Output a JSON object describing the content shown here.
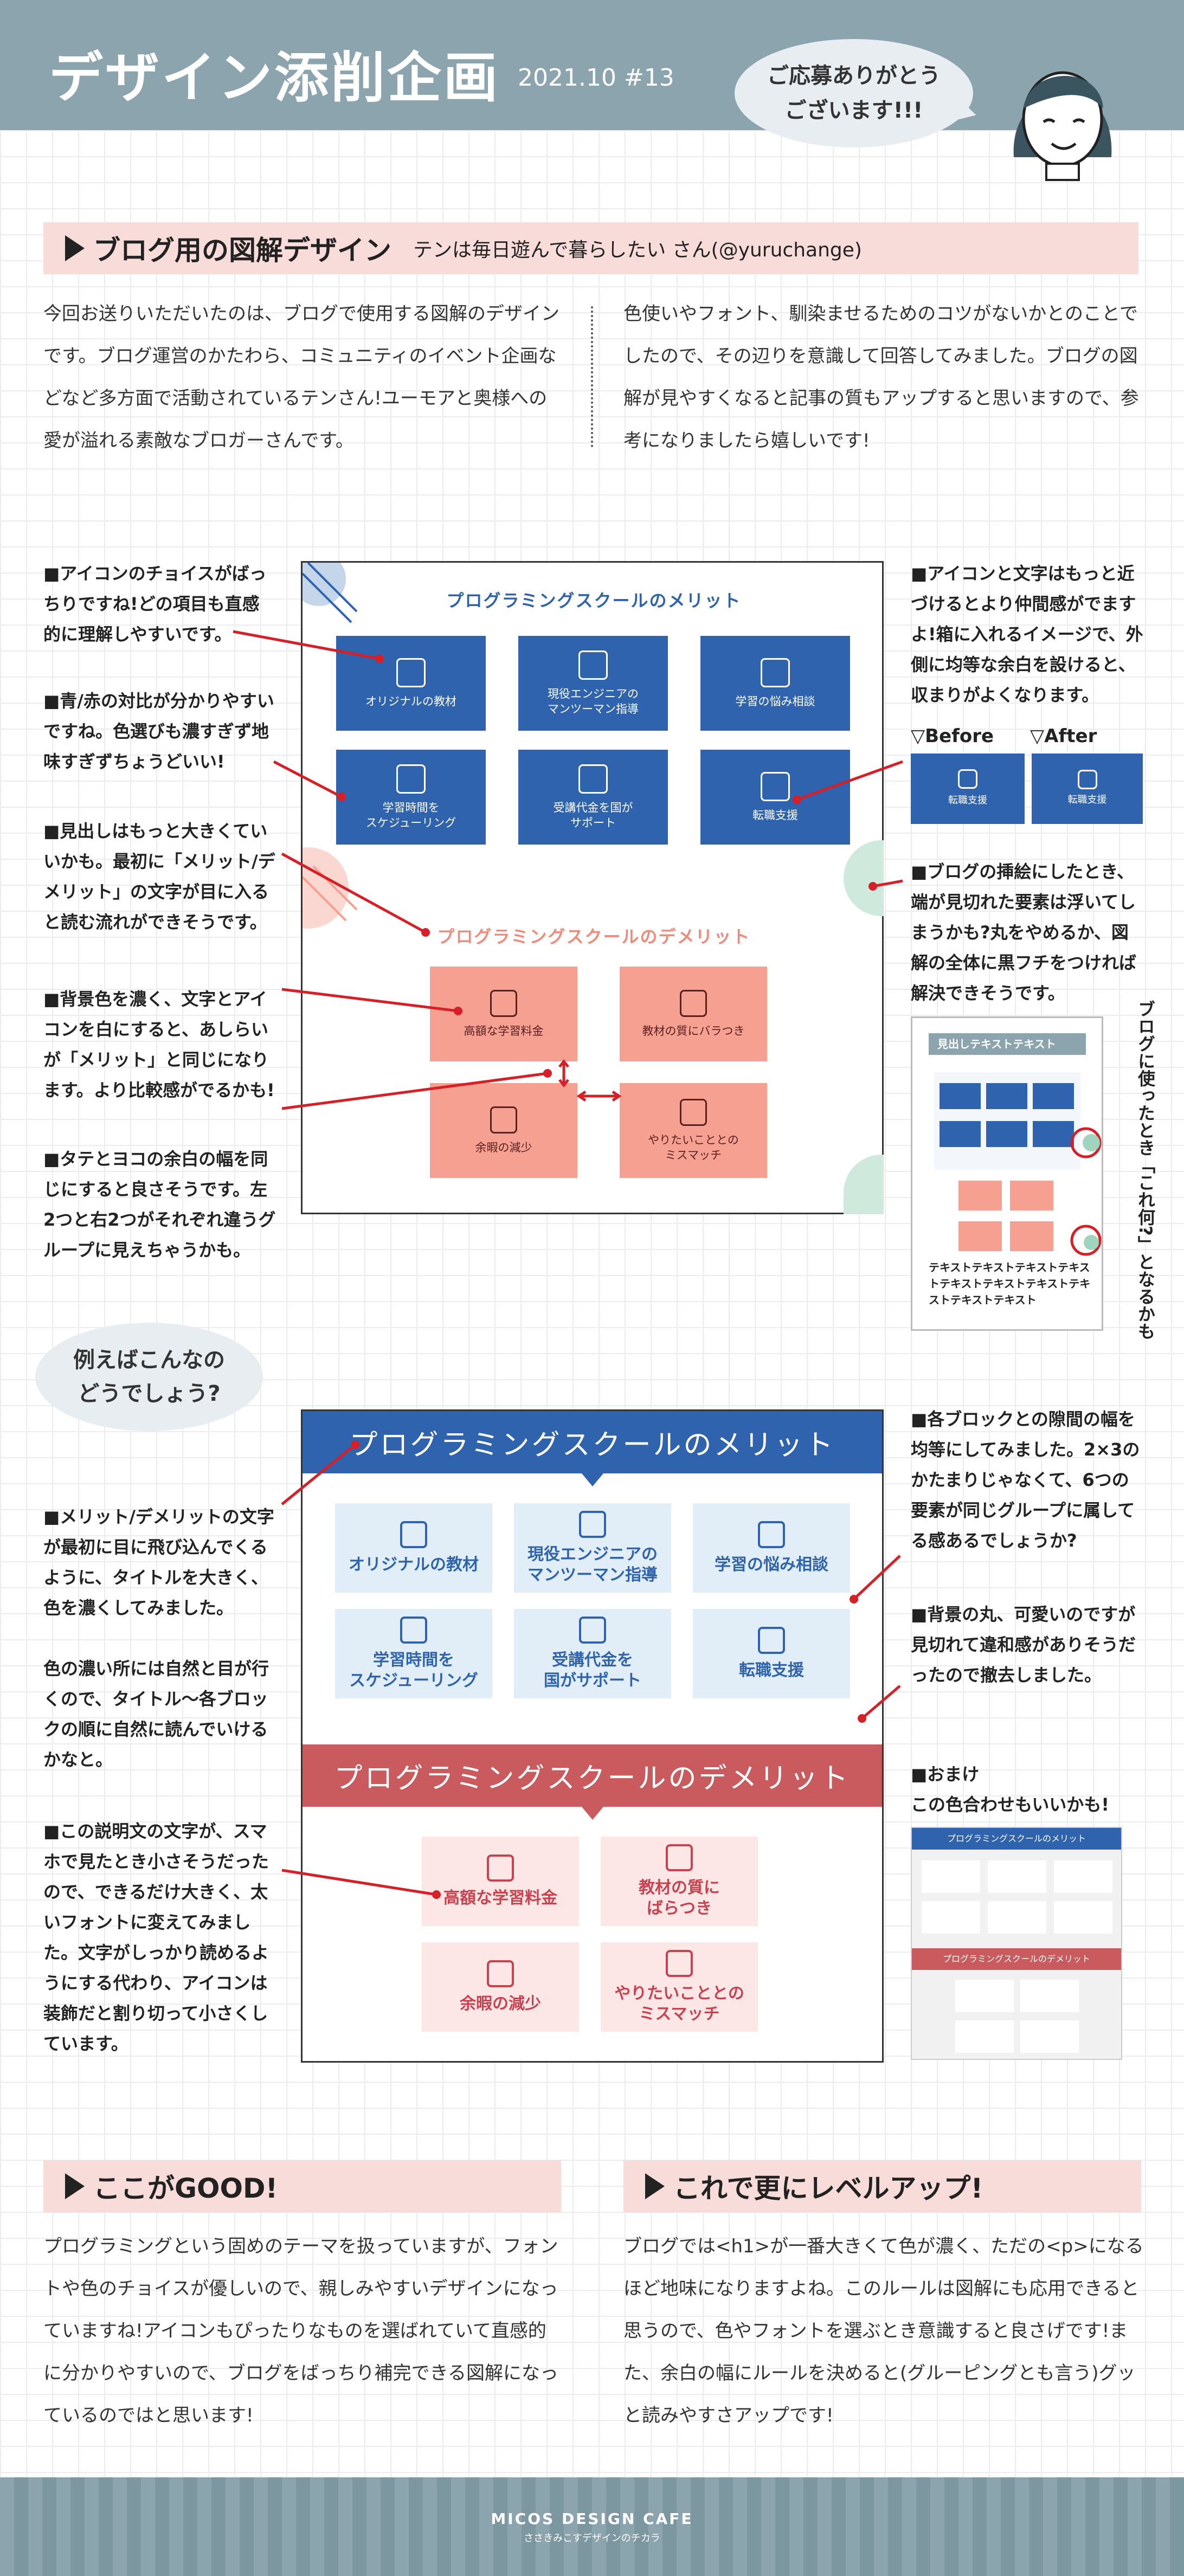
{
  "header": {
    "title": "デザイン添削企画",
    "date": "2021.10 #13",
    "bubble": "ご応募ありがとう\nございます!!!"
  },
  "intro": {
    "section_title": "ブログ用の図解デザイン",
    "section_sub": "テンは毎日遊んで暮らしたい さん(@yuruchange)",
    "left": "今回お送りいただいたのは、ブログで使用する図解のデザインです。ブログ運営のかたわら、コミュニティのイベント企画などなど多方面で活動されているテンさん!ユーモアと奥様への愛が溢れる素敵なブロガーさんです。",
    "right": "色使いやフォント、馴染ませるためのコツがないかとのことでしたので、その辺りを意識して回答してみました。ブログの図解が見やすくなると記事の質もアップすると思いますので、参考になりましたら嬉しいです!"
  },
  "review": {
    "notes_left": [
      "■アイコンのチョイスがばっちりですね!どの項目も直感的に理解しやすいです。",
      "■青/赤の対比が分かりやすいですね。色選びも濃すぎず地味すぎずちょうどいい!",
      "■見出しはもっと大きくていいかも。最初に「メリット/デメリット」の文字が目に入ると読む流れができそうです。",
      "■背景色を濃く、文字とアイコンを白にすると、あしらいが「メリット」と同じになります。より比較感がでるかも!",
      "■タテとヨコの余白の幅を同じにすると良さそうです。左2つと右2つがそれぞれ違うグループに見えちゃうかも。"
    ],
    "notes_right": [
      "■アイコンと文字はもっと近づけるとより仲間感がでますよ!箱に入れるイメージで、外側に均等な余白を設けると、収まりがよくなります。",
      "■ブログの挿絵にしたとき、端が見切れた要素は浮いてしまうかも?丸をやめるか、図解の全体に黒フチをつければ解決できそうです。"
    ],
    "before_label": "▽Before",
    "after_label": "▽After",
    "before_after_box": "転職支援",
    "side_vertical": "ブログに使ったとき「これ何?」となるかも",
    "mini_header": "見出しテキストテキスト",
    "mini_caption": "テキストテキストテキストテキストテキストテキストテキストテキストテキストテキスト"
  },
  "original": {
    "merit_title": "プログラミングスクールのメリット",
    "demerit_title": "プログラミングスクールのデメリット",
    "merits": [
      "オリジナルの教材",
      "現役エンジニアの\nマンツーマン指導",
      "学習の悩み相談",
      "学習時間を\nスケジューリング",
      "受講代金を国が\nサポート",
      "転職支援"
    ],
    "demerits": [
      "高額な学習料金",
      "教材の質にバラつき",
      "余暇の減少",
      "やりたいこととの\nミスマッチ"
    ]
  },
  "suggestion": {
    "bubble": "例えばこんなの\nどうでしょう?",
    "merit_title": "プログラミングスクールのメリット",
    "demerit_title": "プログラミングスクールのデメリット",
    "merits": [
      "オリジナルの教材",
      "現役エンジニアの\nマンツーマン指導",
      "学習の悩み相談",
      "学習時間を\nスケジューリング",
      "受講代金を\n国がサポート",
      "転職支援"
    ],
    "demerits": [
      "高額な学習料金",
      "教材の質に\nばらつき",
      "余暇の減少",
      "やりたいこととの\nミスマッチ"
    ],
    "notes_left": [
      "■メリット/デメリットの文字が最初に目に飛び込んでくるように、タイトルを大きく、色を濃くしてみました。",
      "色の濃い所には自然と目が行くので、タイトル〜各ブロックの順に自然に読んでいけるかなと。",
      "■この説明文の文字が、スマホで見たとき小さそうだったので、できるだけ大きく、太いフォントに変えてみました。文字がしっかり読めるようにする代わり、アイコンは装飾だと割り切って小さくしています。"
    ],
    "notes_right": [
      "■各ブロックとの隙間の幅を均等にしてみました。2×3のかたまりじゃなくて、6つの要素が同じグループに属してる感あるでしょうか?",
      "■背景の丸、可愛いのですが見切れて違和感がありそうだったので撤去しました。",
      "■おまけ\nこの色合わせもいいかも!"
    ],
    "bonus_merit": "プログラミングスクールのメリット",
    "bonus_demerit": "プログラミングスクールのデメリット"
  },
  "summary": {
    "good_title": "ここがGOOD!",
    "good_text": "プログラミングという固めのテーマを扱っていますが、フォントや色のチョイスが優しいので、親しみやすいデザインになっていますね!アイコンもぴったりなものを選ばれていて直感的に分かりやすいので、ブログをばっちり補完できる図解になっているのではと思います!",
    "level_title": "これで更にレベルアップ!",
    "level_text": "ブログでは<h1>が一番大きくて色が濃く、ただの<p>になるほど地味になりますよね。このルールは図解にも応用できると思うので、色やフォントを選ぶとき意識すると良さげです!また、余白の幅にルールを決めると(グルーピングとも言う)グッと読みやすさアップです!"
  },
  "footer": {
    "brand": "MICOS DESIGN CAFE",
    "tagline": "ささきみこすデザインのチカラ"
  },
  "colors": {
    "header": "#8ba4ae",
    "accent_red": "#d61f26",
    "merit_blue": "#2f63ad",
    "demerit_red": "#c95b5f",
    "salmon": "#f6a091",
    "bar_pink": "#f8dcd9"
  }
}
